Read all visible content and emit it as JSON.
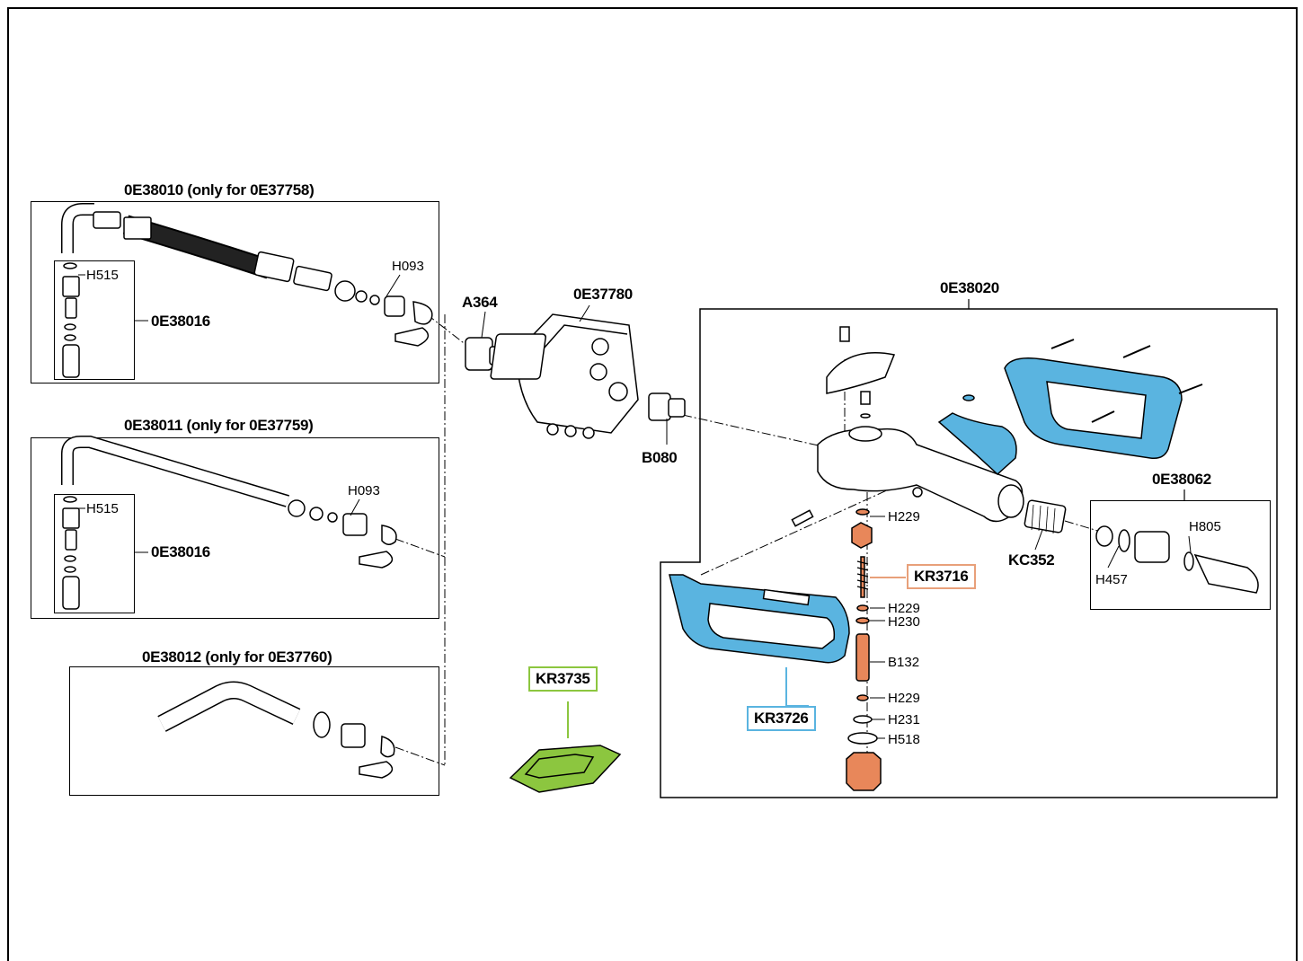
{
  "assemblies": {
    "hose_assembly_1": "0E38010 (only for 0E37758)",
    "hose_assembly_2": "0E38011 (only for 0E37759)",
    "hose_assembly_3": "0E38012 (only for 0E37760)",
    "nozzle_assembly": "0E38016",
    "nozzle_assembly_2": "0E38016",
    "gun_body": "0E38020",
    "swivel_assembly": "0E38062"
  },
  "parts": {
    "h515_a": "H515",
    "h515_b": "H515",
    "h093_a": "H093",
    "h093_b": "H093",
    "a364": "A364",
    "meter": "0E37780",
    "b080": "B080",
    "kc352": "KC352",
    "h805": "H805",
    "h457": "H457",
    "h229_a": "H229",
    "h229_b": "H229",
    "h230": "H230",
    "b132": "B132",
    "h229_c": "H229",
    "h231": "H231",
    "h518": "H518"
  },
  "highlighted_parts": {
    "valve_spring": {
      "label": "KR3716",
      "color": "#e8a07a"
    },
    "handle_guard": {
      "label": "KR3726",
      "color": "#5ab4e0"
    },
    "rest_pad": {
      "label": "KR3735",
      "color": "#8cc63f"
    }
  },
  "colors": {
    "blue_part": "#5ab4e0",
    "orange_part": "#e8875a",
    "green_part": "#8cc63f"
  }
}
